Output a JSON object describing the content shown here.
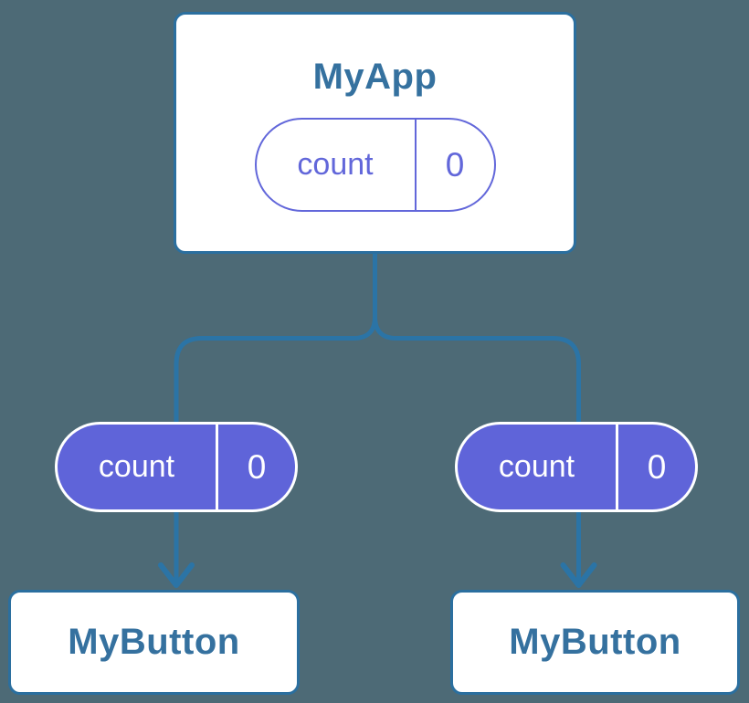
{
  "colors": {
    "background": "#4d6a76",
    "connector_blue": "#2b74a6",
    "node_border_blue": "#2b6f9f",
    "node_title_blue": "#35719f",
    "pill_fill_purple": "#5f64d9",
    "pill_outline_purple": "#6267da",
    "node_fill": "#ffffff"
  },
  "diagram": {
    "root_node": {
      "title": "MyApp",
      "state_pill": {
        "label": "count",
        "value": "0"
      }
    },
    "left_branch": {
      "prop_pill": {
        "label": "count",
        "value": "0"
      },
      "node": {
        "title": "MyButton"
      }
    },
    "right_branch": {
      "prop_pill": {
        "label": "count",
        "value": "0"
      },
      "node": {
        "title": "MyButton"
      }
    }
  }
}
